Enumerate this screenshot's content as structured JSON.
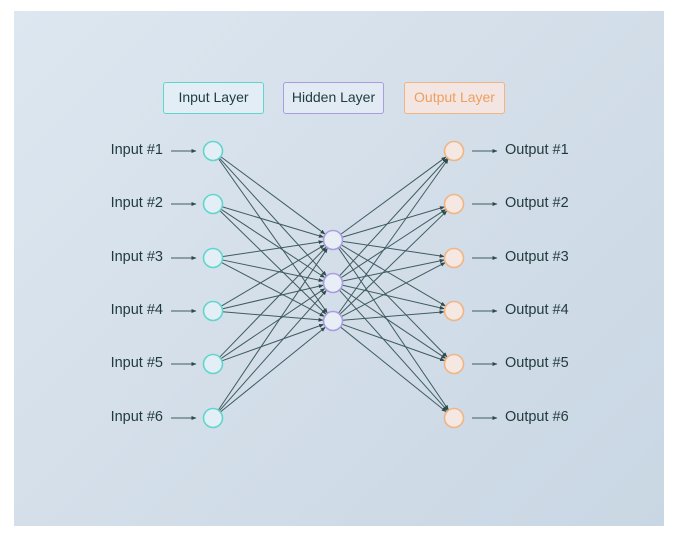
{
  "legend": {
    "input": "Input Layer",
    "hidden": "Hidden Layer",
    "output": "Output Layer"
  },
  "colors": {
    "input": "#5fd6cc",
    "hidden": "#a99ce0",
    "output": "#f1b483",
    "edge": "#3f5c5e"
  },
  "network": {
    "inputs": [
      "Input #1",
      "Input #2",
      "Input #3",
      "Input #4",
      "Input #5",
      "Input #6"
    ],
    "hidden_count": 3,
    "outputs": [
      "Output #1",
      "Output #2",
      "Output #3",
      "Output #4",
      "Output #5",
      "Output #6"
    ],
    "fully_connected": true
  }
}
